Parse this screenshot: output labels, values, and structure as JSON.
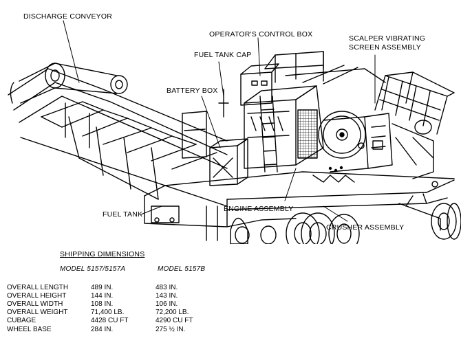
{
  "labels": {
    "discharge_conveyor": "DISCHARGE CONVEYOR",
    "operators_control_box": "OPERATOR'S CONTROL BOX",
    "fuel_tank_cap": "FUEL TANK CAP",
    "scalper_line1": "SCALPER VIBRATING",
    "scalper_line2": "SCREEN ASSEMBLY",
    "battery_box": "BATTERY BOX",
    "fuel_tank": "FUEL TANK",
    "engine_assembly": "ENGINE ASSEMBLY",
    "crusher_assembly": "CRUSHER ASSEMBLY"
  },
  "shipping": {
    "title": "SHIPPING DIMENSIONS",
    "model_a": "MODEL 5157/5157A",
    "model_b": "MODEL 5157B",
    "rows": [
      {
        "label": "OVERALL LENGTH",
        "a": "489 IN.",
        "b": "483 IN."
      },
      {
        "label": "OVERALL HEIGHT",
        "a": "144 IN.",
        "b": "143 IN."
      },
      {
        "label": "OVERALL WIDTH",
        "a": "108 IN.",
        "b": "106 IN."
      },
      {
        "label": "OVERALL WEIGHT",
        "a": "71,400 LB.",
        "b": "72,200 LB."
      },
      {
        "label": "CUBAGE",
        "a": "4428 CU FT",
        "b": "4290 CU FT"
      },
      {
        "label": "WHEEL BASE",
        "a": "284 IN.",
        "b": "275 ½ IN."
      }
    ]
  }
}
